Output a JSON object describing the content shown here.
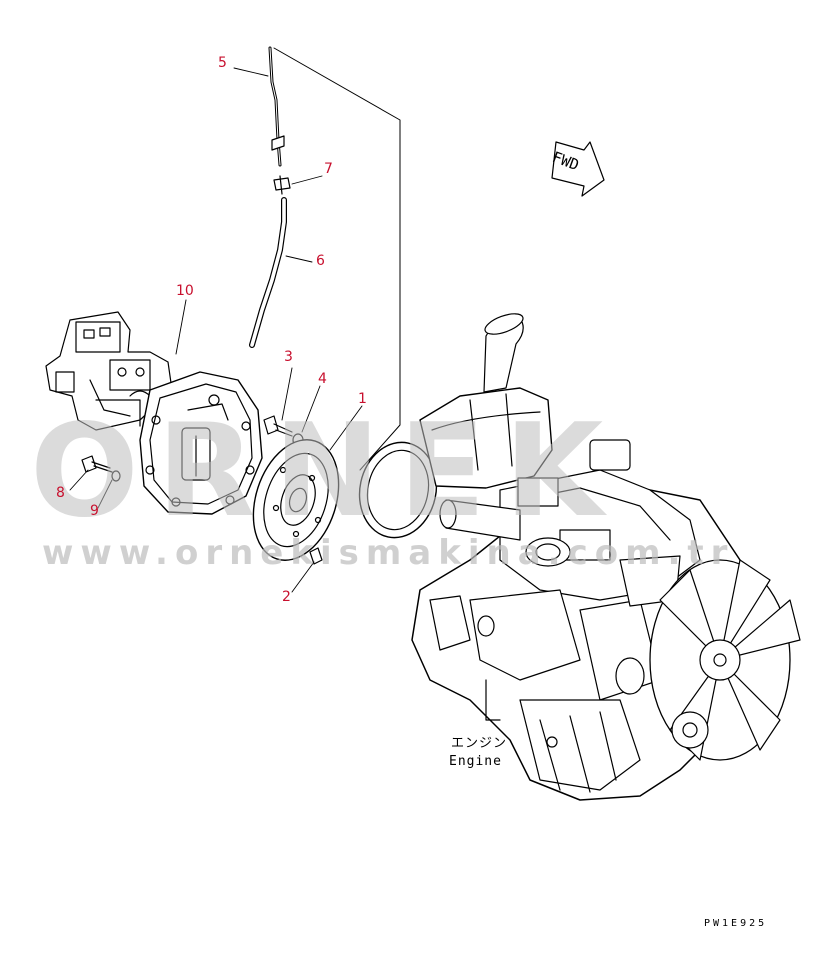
{
  "watermark": {
    "brand": "ORNEK",
    "url": "www.orneki̇smakina.com.tr"
  },
  "labels": {
    "p1": "1",
    "p2": "2",
    "p3": "3",
    "p4": "4",
    "p5": "5",
    "p6": "6",
    "p7": "7",
    "p8": "8",
    "p9": "9",
    "p10": "10"
  },
  "direction_marker": "FWD",
  "engine_label_jp": "エンジン",
  "engine_label_en": "Engine",
  "drawing_code": "PW1E925",
  "colors": {
    "callout": "#c8102e",
    "line": "#000000",
    "watermark": "#bfbfbf"
  }
}
